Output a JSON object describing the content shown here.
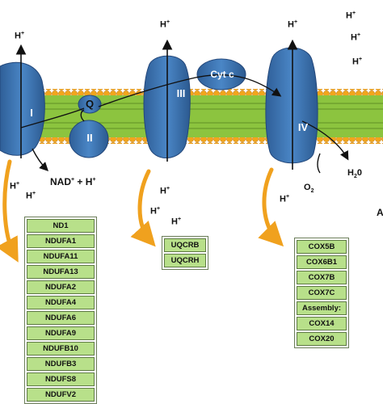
{
  "complexes": {
    "I": "I",
    "II": "II",
    "III": "III",
    "IV": "IV",
    "q": "Q",
    "cytc": "Cyt c"
  },
  "protons": {
    "h": "H+"
  },
  "reactions": {
    "nad": "NAD+ + H+",
    "o2": "O2",
    "h2o": "H20",
    "edge": "A"
  },
  "lists": {
    "complex_i": [
      "ND1",
      "NDUFA1",
      "NDUFA11",
      "NDUFA13",
      "NDUFA2",
      "NDUFA4",
      "NDUFA6",
      "NDUFA9",
      "NDUFB10",
      "NDUFB3",
      "NDUFS8",
      "NDUFV2"
    ],
    "complex_iii": [
      "UQCRB",
      "UQCRH"
    ],
    "complex_iv": [
      "COX5B",
      "COX6B1",
      "COX7B",
      "COX7C",
      "Assembly:",
      "COX14",
      "COX20"
    ]
  },
  "colors": {
    "membrane_green": "#8cc43f",
    "lipid_head": "#f2a51c",
    "complex_blue": "#3d75b4",
    "arrow_orange": "#f0a11e",
    "box_green": "#b8e08a"
  }
}
